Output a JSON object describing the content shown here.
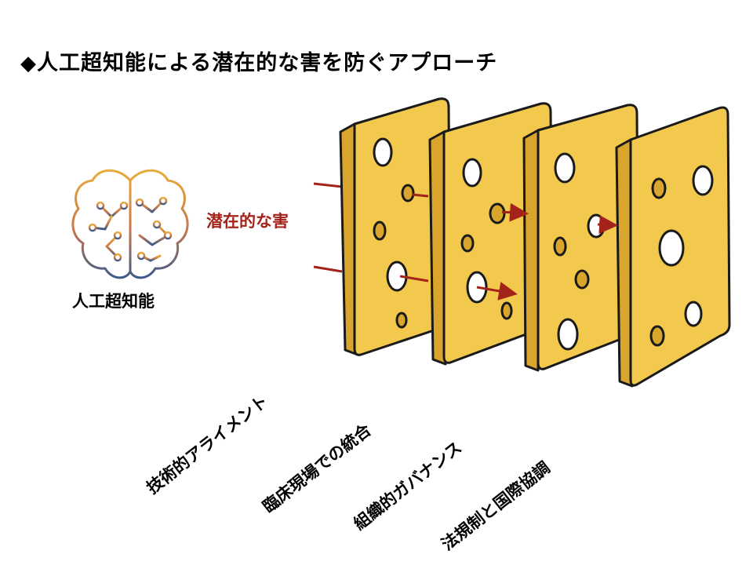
{
  "title": {
    "marker": "◆",
    "text": "人工超知能による潜在的な害を防ぐアプローチ"
  },
  "ai_label": "人工超知能",
  "harm_label": "潜在的な害",
  "layers": [
    {
      "label": "技術的アライメント"
    },
    {
      "label": "臨床現場での統合"
    },
    {
      "label": "組織的ガバナンス"
    },
    {
      "label": "法規制と国際協調"
    }
  ],
  "colors": {
    "cheese_face": "#f2c94c",
    "cheese_side": "#d9a52c",
    "outline": "#1a1a1a",
    "harm_arrow": "#a3231b",
    "brain_top": "#e3a53b",
    "brain_bottom": "#3e5a8a"
  },
  "icons": {
    "ai": "brain-circuit-icon"
  }
}
